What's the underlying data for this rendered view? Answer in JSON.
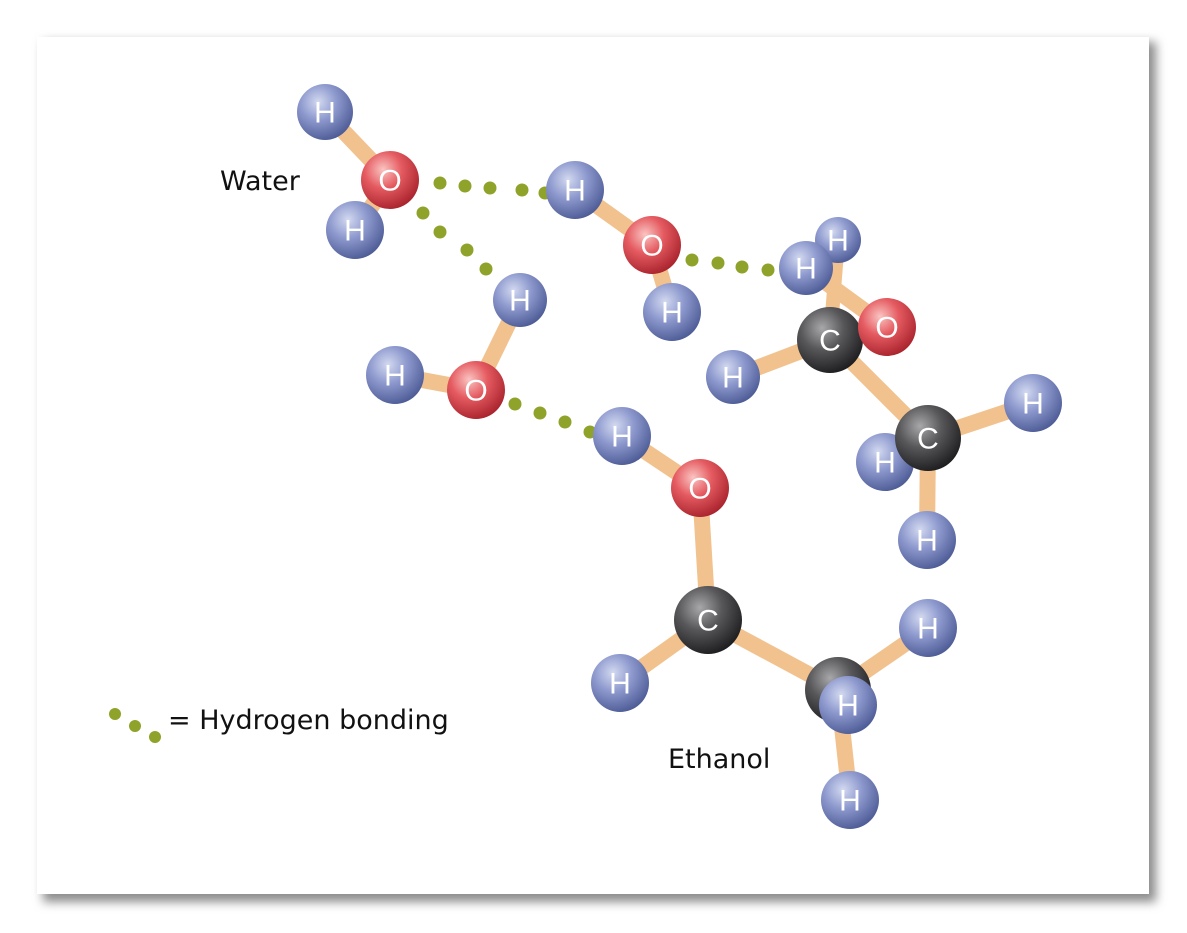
{
  "labels": {
    "water": "Water",
    "ethanol": "Ethanol",
    "legend": "= Hydrogen bonding"
  },
  "atom_symbols": {
    "hydrogen": "H",
    "oxygen": "O",
    "carbon": "C"
  },
  "colors": {
    "hydrogen": "#8592c4",
    "oxygen": "#e0555d",
    "carbon": "#4a4a4c",
    "bond": "#f2c28e",
    "hydrogen_bond_dots": "#8fa32a",
    "frame_shadow": "#8c8c8c"
  }
}
